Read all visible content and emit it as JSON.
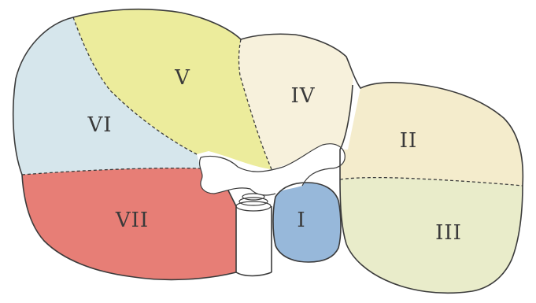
{
  "segments": [
    {
      "id": "V",
      "label": "V"
    },
    {
      "id": "IV",
      "label": "IV"
    },
    {
      "id": "VI",
      "label": "VI"
    },
    {
      "id": "II",
      "label": "II"
    },
    {
      "id": "VII",
      "label": "VII"
    },
    {
      "id": "I",
      "label": "I"
    },
    {
      "id": "III",
      "label": "III"
    }
  ],
  "colors": {
    "V": "#ecec9c",
    "IV": "#f7f1dc",
    "VI": "#d6e6ec",
    "II": "#f4eccc",
    "VII": "#e77e76",
    "I": "#97b8da",
    "III": "#e9ecca",
    "vessels": "#ffffff",
    "outline": "#3b3b3b"
  }
}
